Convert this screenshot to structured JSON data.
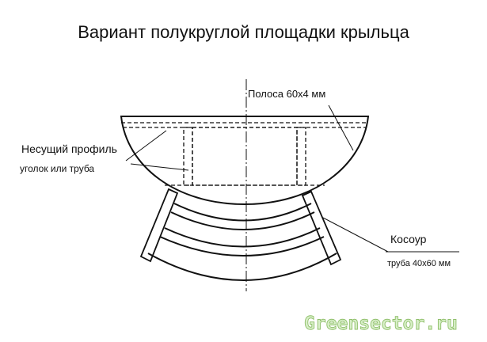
{
  "title": "Вариант полукруглой площадки крыльца",
  "labels": {
    "strip": "Полоса 60x4 мм",
    "profile": "Несущий профиль",
    "profile_sub": "уголок или труба",
    "stringer": "Косоур",
    "stringer_sub": "труба 40x60 мм"
  },
  "watermark": "Greensector.ru",
  "colors": {
    "line": "#111111",
    "watermark_fill": "#d8efc8",
    "watermark_stroke": "#8fbf6a"
  }
}
